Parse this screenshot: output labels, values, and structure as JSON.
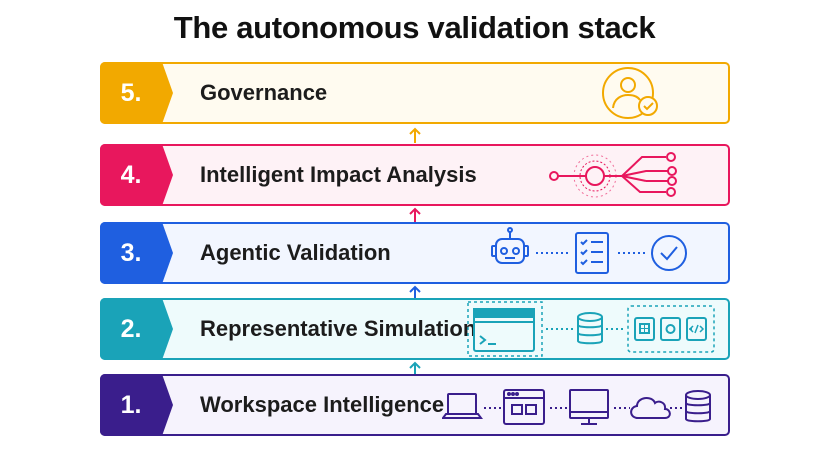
{
  "title": "The autonomous validation stack",
  "layers": [
    {
      "number": "5.",
      "label": "Governance",
      "color": "#f2a900",
      "bg": "#fffbf0"
    },
    {
      "number": "4.",
      "label": "Intelligent Impact Analysis",
      "color": "#e8175d",
      "bg": "#fef2f6"
    },
    {
      "number": "3.",
      "label": "Agentic Validation",
      "color": "#1f5fe0",
      "bg": "#f2f6ff"
    },
    {
      "number": "2.",
      "label": "Representative Simulation",
      "color": "#1aa3b8",
      "bg": "#eefbfc"
    },
    {
      "number": "1.",
      "label": "Workspace Intelligence",
      "color": "#3a1e8c",
      "bg": "#f6f3fd"
    }
  ],
  "icons": {
    "layer5": [
      "user-check-icon"
    ],
    "layer4": [
      "impact-network-icon"
    ],
    "layer3": [
      "robot-icon",
      "checklist-icon",
      "check-circle-icon"
    ],
    "layer2": [
      "terminal-window-icon",
      "database-icon",
      "app-modules-icon"
    ],
    "layer1": [
      "laptop-icon",
      "browser-window-icon",
      "monitor-icon",
      "cloud-icon",
      "database-icon"
    ]
  }
}
